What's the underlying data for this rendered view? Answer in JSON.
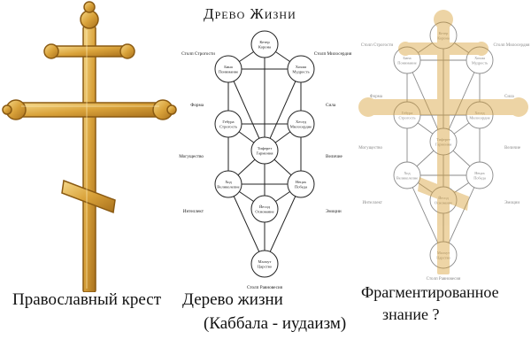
{
  "captions": {
    "cross": "Православный крест",
    "tree_line1": "Дерево жизни",
    "tree_line2": "(Каббала - иудаизм)",
    "fragment_line1": "Фрагментированное",
    "fragment_line2": "знание ?"
  },
  "tree_title": "Древо Жизни",
  "sephirot": [
    {
      "id": "keter",
      "line1": "Кетер",
      "line2": "Корона"
    },
    {
      "id": "binah",
      "line1": "Бина",
      "line2": "Понимание"
    },
    {
      "id": "chokhmah",
      "line1": "Хохма",
      "line2": "Мудрость"
    },
    {
      "id": "gevurah",
      "line1": "Гебура",
      "line2": "Строгость"
    },
    {
      "id": "chesed",
      "line1": "Хесед",
      "line2": "Милосердие"
    },
    {
      "id": "tiferet",
      "line1": "Тиферет",
      "line2": "Гармония"
    },
    {
      "id": "hod",
      "line1": "Ход",
      "line2": "Великолепие"
    },
    {
      "id": "netzach",
      "line1": "Нецах",
      "line2": "Победа"
    },
    {
      "id": "yesod",
      "line1": "Йесод",
      "line2": "Основание"
    },
    {
      "id": "malkhut",
      "line1": "Малхут",
      "line2": "Царство"
    }
  ],
  "pillar_labels": {
    "top_left": "Столп Строгости",
    "top_right": "Столп Милосердия",
    "bottom": "Столп Равновесия"
  },
  "side_labels": {
    "left": [
      "Форма",
      "Могущество",
      "Интеллект"
    ],
    "right": [
      "Сила",
      "Величие",
      "Эмоции"
    ]
  },
  "colors": {
    "gold": "#d9a23a",
    "gold_dark": "#8a5a12",
    "gold_light": "#f6d98a",
    "line": "#222222",
    "faded": "#8a8a8a"
  }
}
